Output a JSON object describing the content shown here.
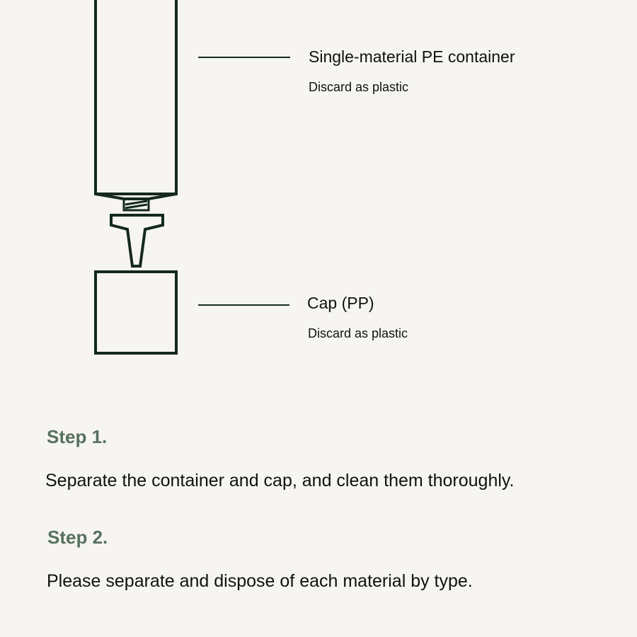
{
  "labels": [
    {
      "title": "Single-material PE container",
      "sub": "Discard as plastic"
    },
    {
      "title": "Cap (PP)",
      "sub": "Discard as plastic"
    }
  ],
  "steps": [
    {
      "label": "Step 1.",
      "text": "Separate the container and cap, and clean them thoroughly."
    },
    {
      "label": "Step 2.",
      "text": "Please separate and dispose of each material by type."
    }
  ],
  "colors": {
    "line": "#14291f",
    "step": "#587160",
    "background": "#f6f5f1"
  }
}
